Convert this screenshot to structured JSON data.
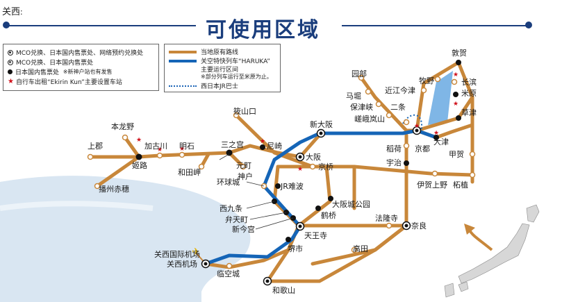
{
  "page_label": "关西:",
  "title": "可使用区域",
  "legend_left": [
    {
      "symbol": "double-circle",
      "text": "MCO兑换、日本国内售票处、网络预约兑换处"
    },
    {
      "symbol": "ring",
      "text": "MCO兑换、日本国内售票处"
    },
    {
      "symbol": "dot",
      "text": "日本国内售票处",
      "note": "※新神户站也有发售"
    },
    {
      "symbol": "star",
      "text": "自行车出租“Ekirin Kun”主要设置车站"
    }
  ],
  "legend_right": {
    "orange_line": "当地原有路线",
    "blue_line_1": "关空特快列车“HARUKA”",
    "blue_line_2": "主要运行区间",
    "blue_note": "※部分列车运行至米原为止。",
    "bus_line": "西日本JR巴士"
  },
  "colors": {
    "jr_line": "#c8873a",
    "haruka": "#1565b7",
    "sea": "#d9e6f2",
    "lake": "#7fb6e6",
    "title": "#1a3d7c"
  },
  "stations": {
    "tsuruga": "敦贺",
    "nagahama": "长滨",
    "maibara": "米原",
    "kusatsu": "草津",
    "koka": "甲贺",
    "tsuge": "柘植",
    "iga_ueno": "伊贺上野",
    "omi_imazu": "近江今津",
    "makino": "牧野",
    "sonobe": "园部",
    "umahori": "马堀",
    "hozukyo": "保津峡",
    "saga_arashiyama": "嵯峨岚山",
    "nijo": "二条",
    "otsu": "大津",
    "kyoto": "京都",
    "inari": "稻荷",
    "uji": "宇治",
    "shin_osaka": "新大阪",
    "osaka": "大阪",
    "sasayamaguchi": "筱山口",
    "hon_tatsuno": "本龙野",
    "kamigori": "上郡",
    "himeji": "姬路",
    "kakogawa": "加古川",
    "akashi": "明石",
    "sannomiya": "三之宫",
    "amagasaki": "尼崎",
    "motomachi": "元町",
    "kobe": "神户",
    "wadamisaki": "和田岬",
    "banshu_ako": "播州赤穗",
    "kyobashi": "京桥",
    "jr_namba": "JR难波",
    "osakajokoen": "大阪城公园",
    "tsuruhashi": "鹤桥",
    "hoshida": "法隆寺",
    "nara": "奈良",
    "loop": "环球城",
    "nishikujo": "西九条",
    "bentencho": "弁天町",
    "shin_imamiya": "新今宫",
    "tennoji": "天王寺",
    "sakai": "堺市",
    "takada": "高田",
    "kansai_airport_label": "关西国际机场",
    "kansai_airport": "关西机场",
    "rinku": "临空城",
    "wakayama": "和歌山"
  }
}
